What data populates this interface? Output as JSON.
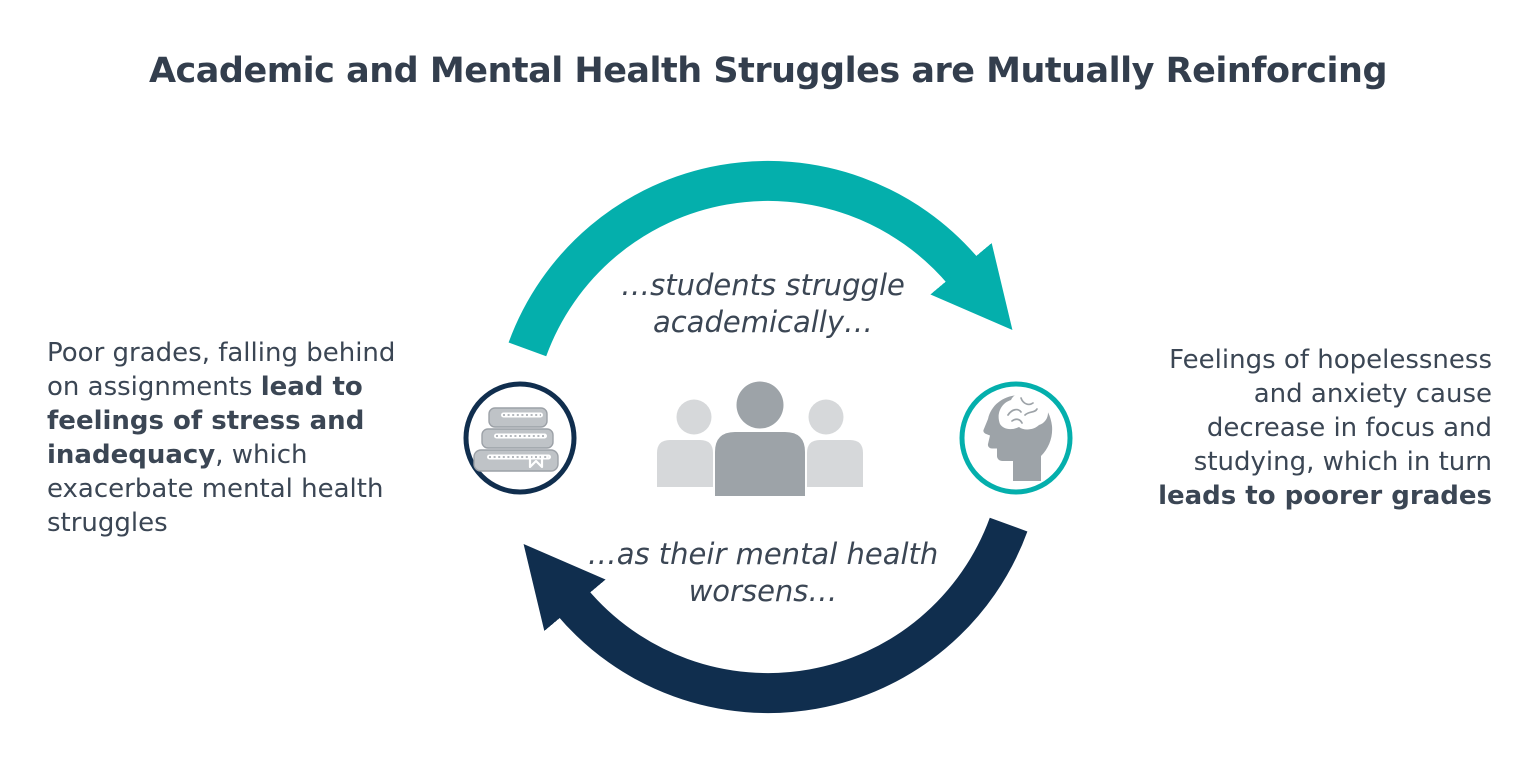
{
  "title": "Academic and Mental Health Struggles are Mutually Reinforcing",
  "colors": {
    "background": "#FFFFFF",
    "teal": "#04AFAC",
    "navy": "#102E4E",
    "heading": "#333E4D",
    "body": "#3B4654",
    "person_center": "#9DA3A8",
    "person_side": "#D6D8DA",
    "icon_fill": "#BFC3C7",
    "icon_outline": "#9CA1A7"
  },
  "cycle": {
    "top_label": "…students struggle academically…",
    "bottom_label": "…as their mental health worsens…",
    "icons": {
      "left": "books-icon",
      "right": "head-brain-icon",
      "center": "people-group-icon"
    },
    "left_text_lines": [
      [
        {
          "t": "Poor grades, falling behind",
          "b": false
        }
      ],
      [
        {
          "t": "on assignments ",
          "b": false
        },
        {
          "t": "lead to",
          "b": true
        }
      ],
      [
        {
          "t": "feelings of stress and",
          "b": true
        }
      ],
      [
        {
          "t": "inadequacy",
          "b": true
        },
        {
          "t": ", which",
          "b": false
        }
      ],
      [
        {
          "t": "exacerbate mental health",
          "b": false
        }
      ],
      [
        {
          "t": "struggles",
          "b": false
        }
      ]
    ],
    "right_text_lines": [
      [
        {
          "t": "Feelings of hopelessness",
          "b": false
        }
      ],
      [
        {
          "t": "and anxiety cause",
          "b": false
        }
      ],
      [
        {
          "t": "decrease in focus and",
          "b": false
        }
      ],
      [
        {
          "t": "studying, which in turn",
          "b": false
        }
      ],
      [
        {
          "t": "leads to poorer grades",
          "b": true
        }
      ]
    ]
  }
}
